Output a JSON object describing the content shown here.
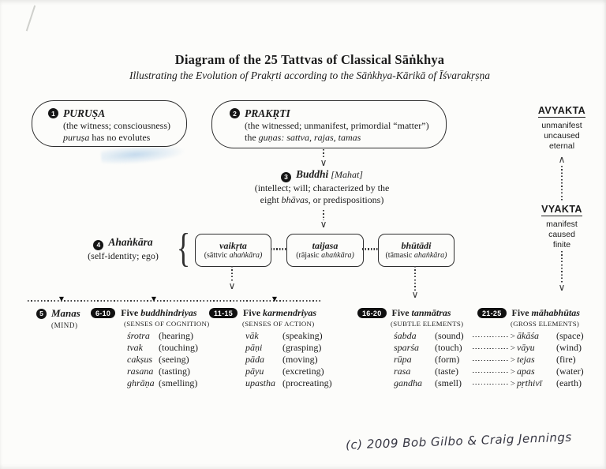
{
  "page": {
    "title": "Diagram of the 25 Tattvas of Classical Sāṅkhya",
    "subtitle": "Illustrating the Evolution of Prakṛti according to the Sāṅkhya-Kārikā of Īśvarakṛṣṇa",
    "credit": "(c) 2009   Bob Gilbo & Craig Jennings"
  },
  "icons": {
    "arrow_up": "∧",
    "arrow_down": "∨",
    "arrow_right_head": ">",
    "triangle_down": "▼",
    "brace_left": "{"
  },
  "purusa": {
    "num": "1",
    "name": "PURUṢA",
    "desc": "(the witness; consciousness)",
    "note_it": "puruṣa",
    "note_rest": " has no evolutes"
  },
  "prakrti": {
    "num": "2",
    "name": "PRAKṚTI",
    "desc": "(the witnessed; unmanifest, primordial “matter”)",
    "gunas_pre": "the ",
    "gunas_it": "guṇas: sattva, rajas, tamas"
  },
  "avyakta": {
    "title": "AVYAKTA",
    "attrs": [
      "unmanifest",
      "uncaused",
      "eternal"
    ]
  },
  "vyakta": {
    "title": "VYAKTA",
    "attrs": [
      "manifest",
      "caused",
      "finite"
    ]
  },
  "buddhi": {
    "num": "3",
    "name": "Buddhi",
    "epithet": " [Mahat]",
    "desc1": "(intellect; will; characterized by the",
    "desc2_pre": "eight ",
    "desc2_it": "bhāvas",
    "desc2_post": ", or predispositions)"
  },
  "ahankara": {
    "num": "4",
    "name": "Ahaṅkāra",
    "desc": "(self-identity; ego)",
    "modes": [
      {
        "name": "vaikṛta",
        "sub_pre": "(sāttvic ",
        "sub_it": "ahaṅkāra)"
      },
      {
        "name": "taijasa",
        "sub_pre": "(rājasic ",
        "sub_it": "ahaṅkāra)"
      },
      {
        "name": "bhūtādi",
        "sub_pre": "(tāmasic ",
        "sub_it": "ahaṅkāra)"
      }
    ]
  },
  "manas": {
    "num": "5",
    "name": "Manas",
    "sub": "(MIND)"
  },
  "groups": [
    {
      "badge": "6-10",
      "title_pre": "Five ",
      "title_it": "buddhindriyas",
      "sub": "(SENSES OF COGNITION)",
      "rows": [
        {
          "term": "śrotra",
          "gloss": "(hearing)"
        },
        {
          "term": "tvak",
          "gloss": "(touching)"
        },
        {
          "term": "cakṣus",
          "gloss": "(seeing)"
        },
        {
          "term": "rasana",
          "gloss": "(tasting)"
        },
        {
          "term": "ghrāṇa",
          "gloss": "(smelling)"
        }
      ]
    },
    {
      "badge": "11-15",
      "title_pre": "Five ",
      "title_it": "karmendriyas",
      "sub": "(SENSES OF ACTION)",
      "rows": [
        {
          "term": "vāk",
          "gloss": "(speaking)"
        },
        {
          "term": "pāṇi",
          "gloss": "(grasping)"
        },
        {
          "term": "pāda",
          "gloss": "(moving)"
        },
        {
          "term": "pāyu",
          "gloss": "(excreting)"
        },
        {
          "term": "upastha",
          "gloss": "(procreating)"
        }
      ]
    },
    {
      "badge": "16-20",
      "title_pre": "Five ",
      "title_it": "tanmātras",
      "sub": "(SUBTLE ELEMENTS)",
      "rows": [
        {
          "term": "śabda",
          "gloss": "(sound)"
        },
        {
          "term": "sparśa",
          "gloss": "(touch)"
        },
        {
          "term": "rūpa",
          "gloss": "(form)"
        },
        {
          "term": "rasa",
          "gloss": "(taste)"
        },
        {
          "term": "gandha",
          "gloss": "(smell)"
        }
      ]
    },
    {
      "badge": "21-25",
      "title_pre": "Five ",
      "title_it": "māhabhūtas",
      "sub": "(GROSS ELEMENTS)",
      "rows": [
        {
          "term": "ākāśa",
          "gloss": "(space)"
        },
        {
          "term": "vāyu",
          "gloss": "(wind)"
        },
        {
          "term": "tejas",
          "gloss": "(fire)"
        },
        {
          "term": "apas",
          "gloss": "(water)"
        },
        {
          "term": "pṛthivī",
          "gloss": "(earth)"
        }
      ]
    }
  ]
}
